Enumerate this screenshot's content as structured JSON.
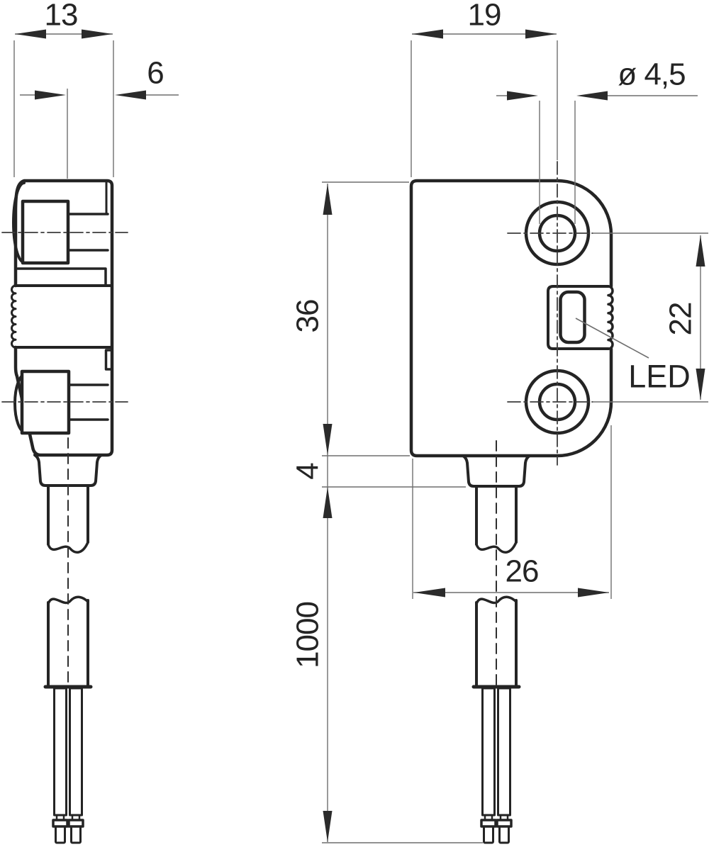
{
  "labels": {
    "dim_13": "13",
    "dim_6": "6",
    "dim_19": "19",
    "dim_hole": "ø 4,5",
    "dim_36": "36",
    "dim_4": "4",
    "dim_1000": "1000",
    "dim_26": "26",
    "dim_22": "22",
    "led": "LED"
  },
  "colors": {
    "background": "#ffffff",
    "outline": "#242424",
    "dimension_line": "#6f6f6f",
    "arrow": "#2b2b2b",
    "centerline": "#3c3c3c"
  }
}
